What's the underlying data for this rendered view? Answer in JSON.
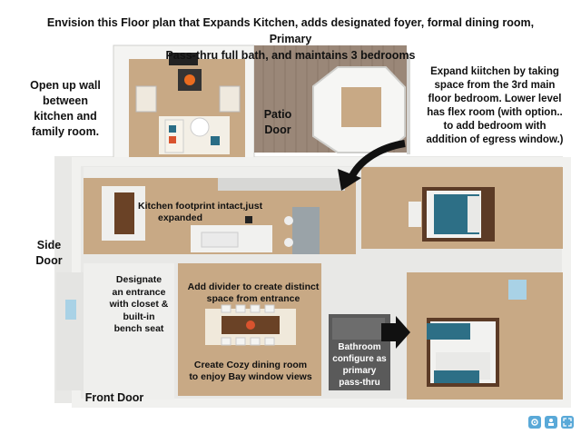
{
  "title": {
    "line1": "Envision this Floor plan that Expands Kitchen, adds designated foyer, formal dining room, Primary",
    "line2": "Pass-thru full bath, and maintains 3 bedrooms"
  },
  "notes": {
    "open_wall": [
      "Open up wall",
      "between",
      "kitchen and",
      "family room."
    ],
    "patio_door": [
      "Patio",
      "Door"
    ],
    "expand_kitchen": [
      "Expand kiitchen by taking",
      "space from the 3rd main",
      "floor bedroom. Lower level",
      "has flex room (with option..",
      "to add bedroom with",
      "addition of egress window.)"
    ],
    "kitchen_footprint": [
      "Kitchen footprint intact,just",
      "expanded"
    ],
    "side_door": [
      "Side",
      "Door"
    ],
    "entrance": [
      "Designate",
      "an entrance",
      "with  closet &",
      "built-in",
      "bench seat"
    ],
    "divider": [
      "Add divider to create distinct",
      "space from entrance"
    ],
    "dining": [
      "Create Cozy dining room",
      "to enjoy Bay window views"
    ],
    "front_door": "Front Door",
    "bathroom": [
      "Bathroom",
      "configure as",
      "primary",
      "pass-thru"
    ]
  },
  "colors": {
    "wall": "#f1f1ef",
    "wall_shadow": "#c9c9c6",
    "floor": "#c8a985",
    "deck": "#9a8778",
    "rug": "#f0e9db",
    "bed_blue": "#2d6f86"
  },
  "icons": [
    "view-icon",
    "person-icon",
    "expand-icon"
  ]
}
